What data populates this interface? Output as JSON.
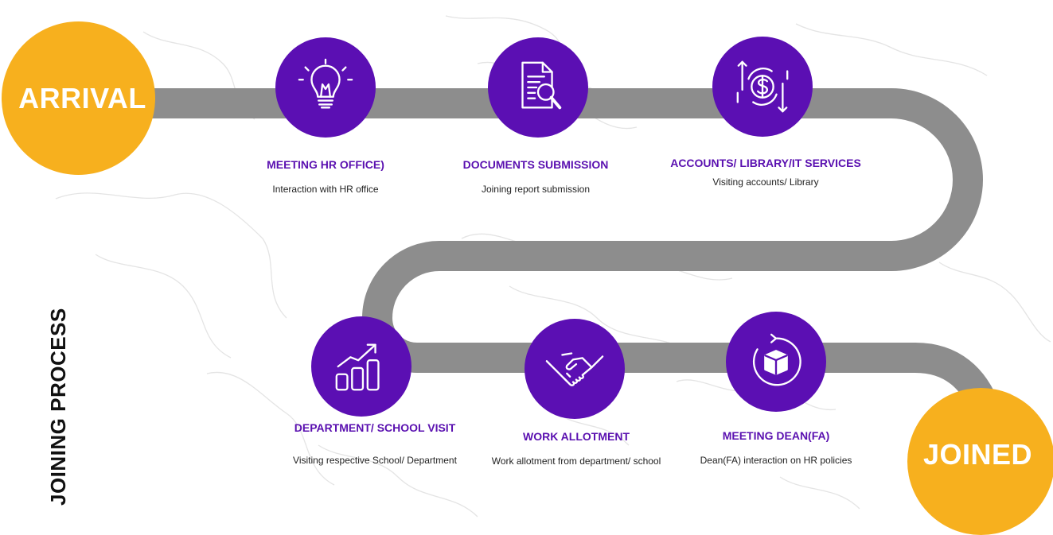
{
  "side_title": "JOINING PROCESS",
  "start_label": "ARRIVAL",
  "end_label": "JOINED",
  "colors": {
    "accent_purple": "#5b0fb3",
    "title_purple": "#5a10b0",
    "endpoint_orange": "#f7b01e",
    "road_gray": "#8d8d8d"
  },
  "steps": [
    {
      "icon": "lightbulb-icon",
      "title": "MEETING HR OFFICE)",
      "description": "Interaction with HR office"
    },
    {
      "icon": "document-search-icon",
      "title": "DOCUMENTS SUBMISSION",
      "description": "Joining report submission"
    },
    {
      "icon": "dollar-exchange-icon",
      "title": "ACCOUNTS/ LIBRARY/IT SERVICES",
      "description": "Visiting accounts/ Library"
    },
    {
      "icon": "growth-chart-icon",
      "title": "DEPARTMENT/ SCHOOL VISIT",
      "description": "Visiting respective School/ Department"
    },
    {
      "icon": "handshake-icon",
      "title": "WORK ALLOTMENT",
      "description": "Work allotment from department/ school"
    },
    {
      "icon": "box-cycle-icon",
      "title": "MEETING DEAN(FA)",
      "description": "Dean(FA) interaction on HR policies"
    }
  ]
}
